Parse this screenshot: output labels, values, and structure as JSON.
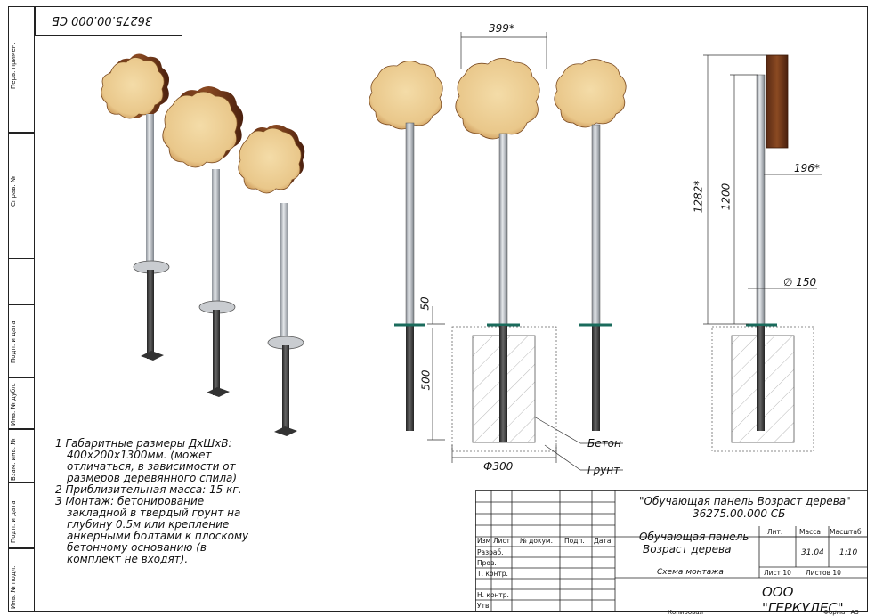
{
  "drawing_code_mirrored": "36275.00.000 СБ",
  "side_stamps": [
    "Перв. примен.",
    "Справ. №",
    "Подп. и дата",
    "Инв. № дубл.",
    "Взам. инв. №",
    "Подп. и дата",
    "Инв. № подл."
  ],
  "notes": [
    "1  Габаритные размеры ДхШхВ:",
    "   400х200х1300мм. (может",
    "   отличаться, в зависимости от",
    "   размеров деревянного спила)",
    "2  Приблизительная масса: 15 кг.",
    "3   Монтаж: бетонирование",
    "   закладной в твердый грунт на",
    "   глубину 0.5м или крепление",
    "   анкерными болтами к плоскому",
    "   бетонному основанию (в",
    "   комплект не входят)."
  ],
  "dimensions": {
    "width_top": "399*",
    "height_total": "1282*",
    "height_post": "1200",
    "depth_side": "196*",
    "diameter_post": "150",
    "above_ground": "50",
    "depth_foundation": "500",
    "foundation_diameter": "Ф300",
    "label_concrete": "Бетон",
    "label_soil": "Грунт"
  },
  "title_block": {
    "title_line1": "\"Обучающая панель Возраст дерева\"",
    "title_line2": "36275.00.000 СБ",
    "name_line1": "Обучающая панель",
    "name_line2": "Возраст дерева",
    "doc_type": "Схема монтажа",
    "headers": [
      "Изм",
      "Лист",
      "№ докум.",
      "Подп.",
      "Дата"
    ],
    "roles": [
      "Разраб.",
      "Пров.",
      "Т. контр.",
      "Н. контр.",
      "Утв."
    ],
    "lit_label": "Лит.",
    "mass_label": "Масса",
    "scale_label": "Масштаб",
    "mass_value": "31.04",
    "scale_value": "1:10",
    "sheet": "Лист 10",
    "sheets": "Листов 10",
    "company": "ООО \"ГЕРКУЛЕС\"",
    "copied": "Копировал",
    "format": "Формат А3"
  }
}
